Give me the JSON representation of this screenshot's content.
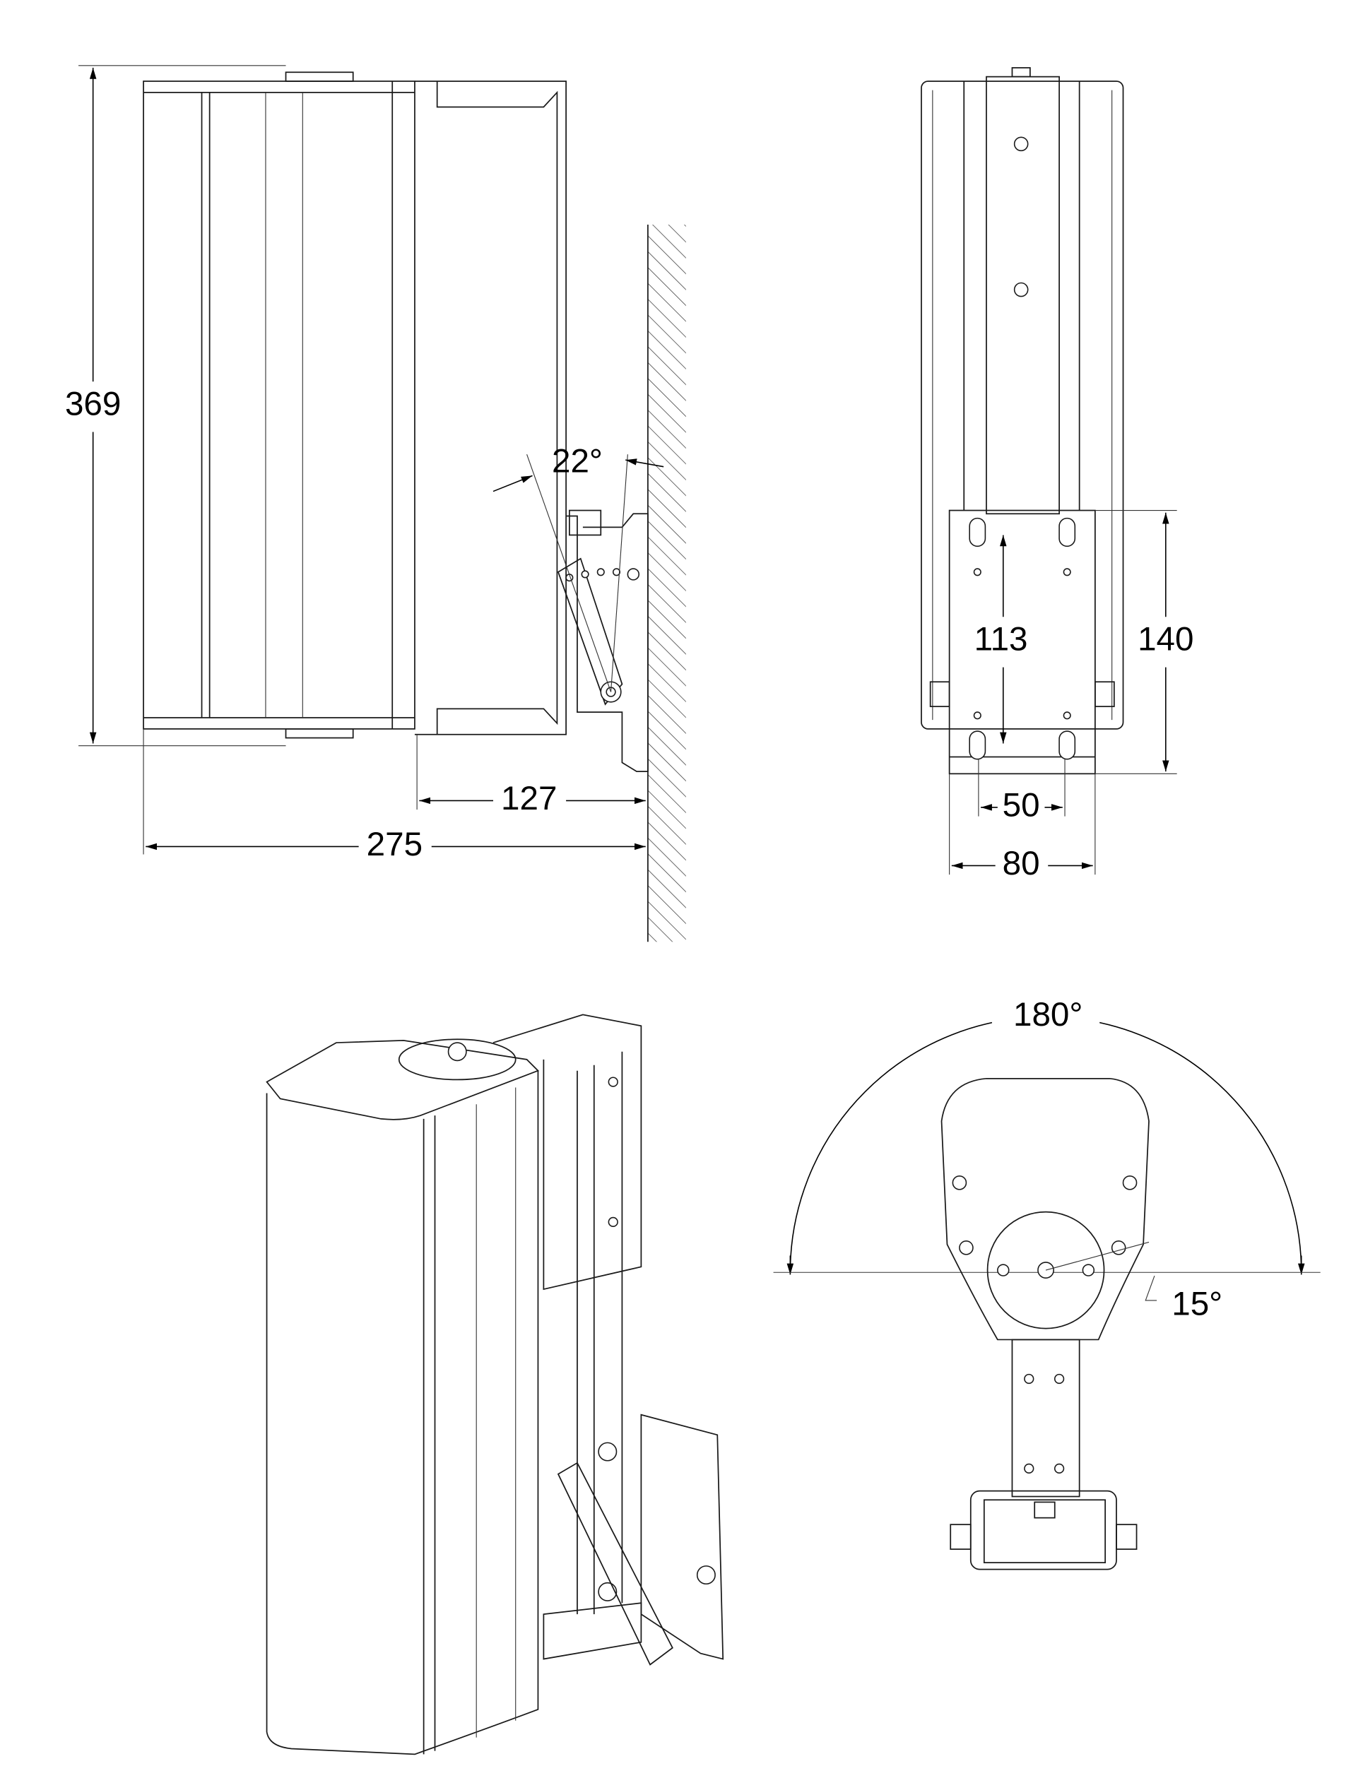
{
  "dimensions": {
    "side_height": "369",
    "tilt_angle": "22°",
    "wall_to_back": "127",
    "total_depth": "275",
    "bracket_hole_spacing_v": "113",
    "bracket_height": "140",
    "bracket_hole_spacing_h": "50",
    "bracket_width": "80",
    "rotation_range": "180°",
    "rotation_step": "15°"
  },
  "colors": {
    "line": "#1a1a1a",
    "background": "#ffffff"
  }
}
